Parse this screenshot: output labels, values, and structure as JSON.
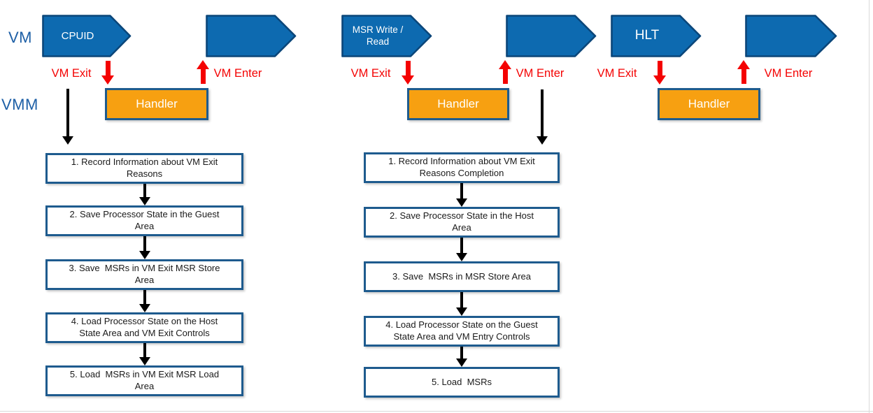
{
  "palette": {
    "instruction_arrow_fill": "#0d6ab0",
    "instruction_arrow_border": "#0b4679",
    "lane_label_blue": "#1d5fa6",
    "transition_red": "#f40202",
    "handler_orange": "#f7a011",
    "box_border_blue": "#1e5b8e"
  },
  "lane_labels": {
    "vm": "VM",
    "vmm": "VMM"
  },
  "groups": [
    {
      "instruction": "CPUID",
      "vm_exit": "VM Exit",
      "vm_enter": "VM Enter",
      "handler": "Handler"
    },
    {
      "instruction": "MSR Write / Read",
      "vm_exit": "VM Exit",
      "vm_enter": "VM Enter",
      "handler": "Handler"
    },
    {
      "instruction": "HLT",
      "vm_exit": "VM Exit",
      "vm_enter": "VM Enter",
      "handler": "Handler"
    }
  ],
  "flows": [
    {
      "steps": [
        "1. Record Information about VM Exit Reasons",
        "2. Save Processor State in the Guest Area",
        "3. Save  MSRs in VM Exit MSR Store Area",
        "4. Load Processor State on the Host State Area and VM Exit Controls",
        "5. Load  MSRs in VM Exit MSR Load Area"
      ]
    },
    {
      "steps": [
        "1. Record Information about VM Exit Reasons Completion",
        "2. Save Processor State in the Host Area",
        "3. Save  MSRs in MSR Store Area",
        "4. Load Processor State on the Guest State Area and VM Entry Controls",
        "5. Load  MSRs"
      ]
    }
  ]
}
